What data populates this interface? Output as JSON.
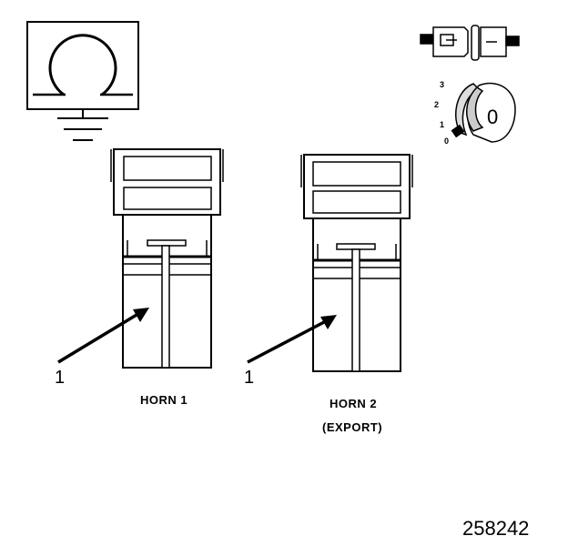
{
  "symbols": {
    "horn_symbol_icon": "horn-symbol-icon",
    "ground_icon": "ground-icon",
    "connector_icon": "connector-icon",
    "ignition_key_icon": "ignition-key-icon"
  },
  "ignition": {
    "positions": [
      "3",
      "2",
      "1",
      "0"
    ],
    "key_label": "0"
  },
  "horns": [
    {
      "caption": "HORN 1",
      "callout": "1"
    },
    {
      "caption": "HORN 2",
      "caption_line2": "(EXPORT)",
      "callout": "1"
    }
  ],
  "figure_number": "258242",
  "colors": {
    "line": "#000000",
    "background": "#ffffff"
  }
}
